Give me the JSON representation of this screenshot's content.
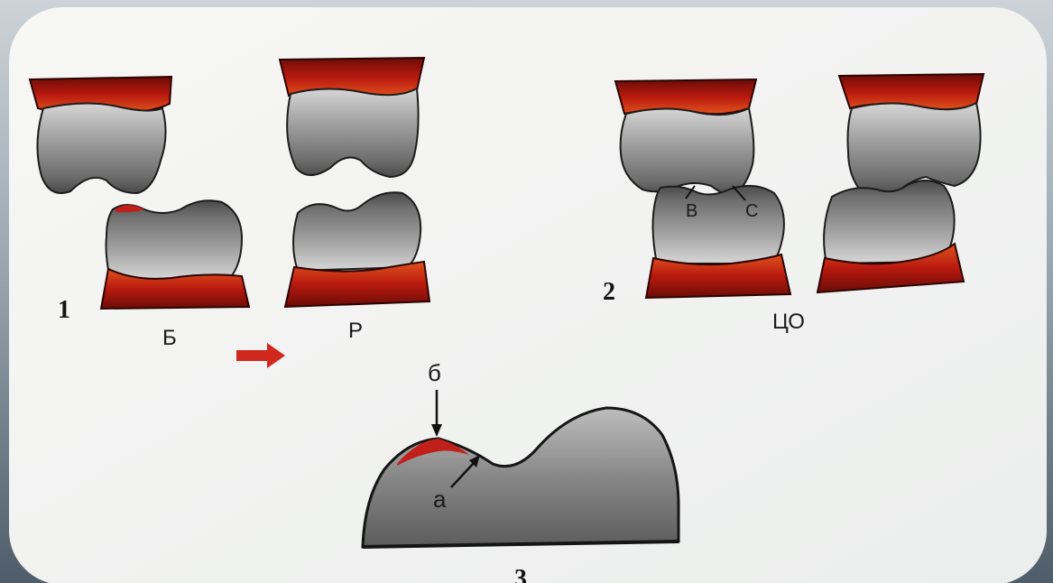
{
  "figure": {
    "panel_1_number": "1",
    "panel_2_number": "2",
    "panel_3_number": "3",
    "label_B_cyr": "Б",
    "label_R_cyr": "Р",
    "label_CO": "ЦО",
    "label_v": "B",
    "label_c": "C",
    "label_b_small": "б",
    "label_a_small": "а"
  },
  "colors": {
    "tooth": "#8e8e8e",
    "tooth_highlight": "#c9c9c9",
    "gum": "#b3170f",
    "gum_dark": "#5e0b06",
    "contact_mark": "#c1201a",
    "arrow_red": "#d0281d"
  }
}
